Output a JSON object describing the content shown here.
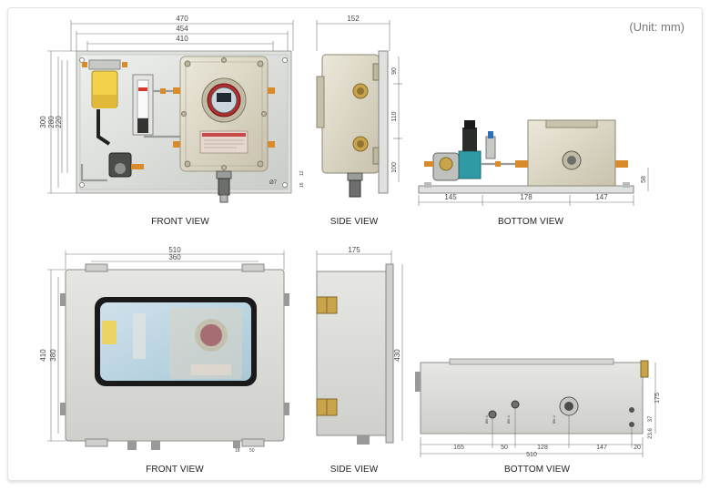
{
  "unit_label": "(Unit: mm)",
  "captions": {
    "top_front": "FRONT VIEW",
    "top_side": "SIDE VIEW",
    "top_bottom": "BOTTOM VIEW",
    "lower_front": "FRONT VIEW",
    "lower_side": "SIDE VIEW",
    "lower_bottom": "BOTTOM VIEW"
  },
  "dimensions": {
    "top_front": {
      "w470": "470",
      "w454": "454",
      "w410": "410",
      "h300": "300",
      "h280": "280",
      "h220": "220",
      "hole": "Ø7",
      "small1": "12",
      "small2": "15"
    },
    "top_side": {
      "w152": "152",
      "h90": "90",
      "h110": "110",
      "h100": "100"
    },
    "top_bottom": {
      "d145": "145",
      "d178": "178",
      "d147": "147",
      "h58": "58"
    },
    "lower_front": {
      "w510": "510",
      "w360": "360",
      "h410": "410",
      "h380": "380",
      "small1": "18",
      "small2": "50"
    },
    "lower_side": {
      "w175": "175",
      "h430": "430"
    },
    "lower_bottom": {
      "d165": "165",
      "d50": "50",
      "d128": "128",
      "d147": "147",
      "d20": "20",
      "total": "510",
      "h175": "175",
      "h37": "37",
      "h23": "23.6",
      "p1": "Ø6.4",
      "p2": "Ø6.4",
      "p3": "Ø6.4"
    }
  },
  "colors": {
    "accent_orange": "#d98a2b",
    "panel_grey": "#d7d9d6",
    "enclosure_beige": "#d9d4c2",
    "brass": "#c9a44a"
  }
}
